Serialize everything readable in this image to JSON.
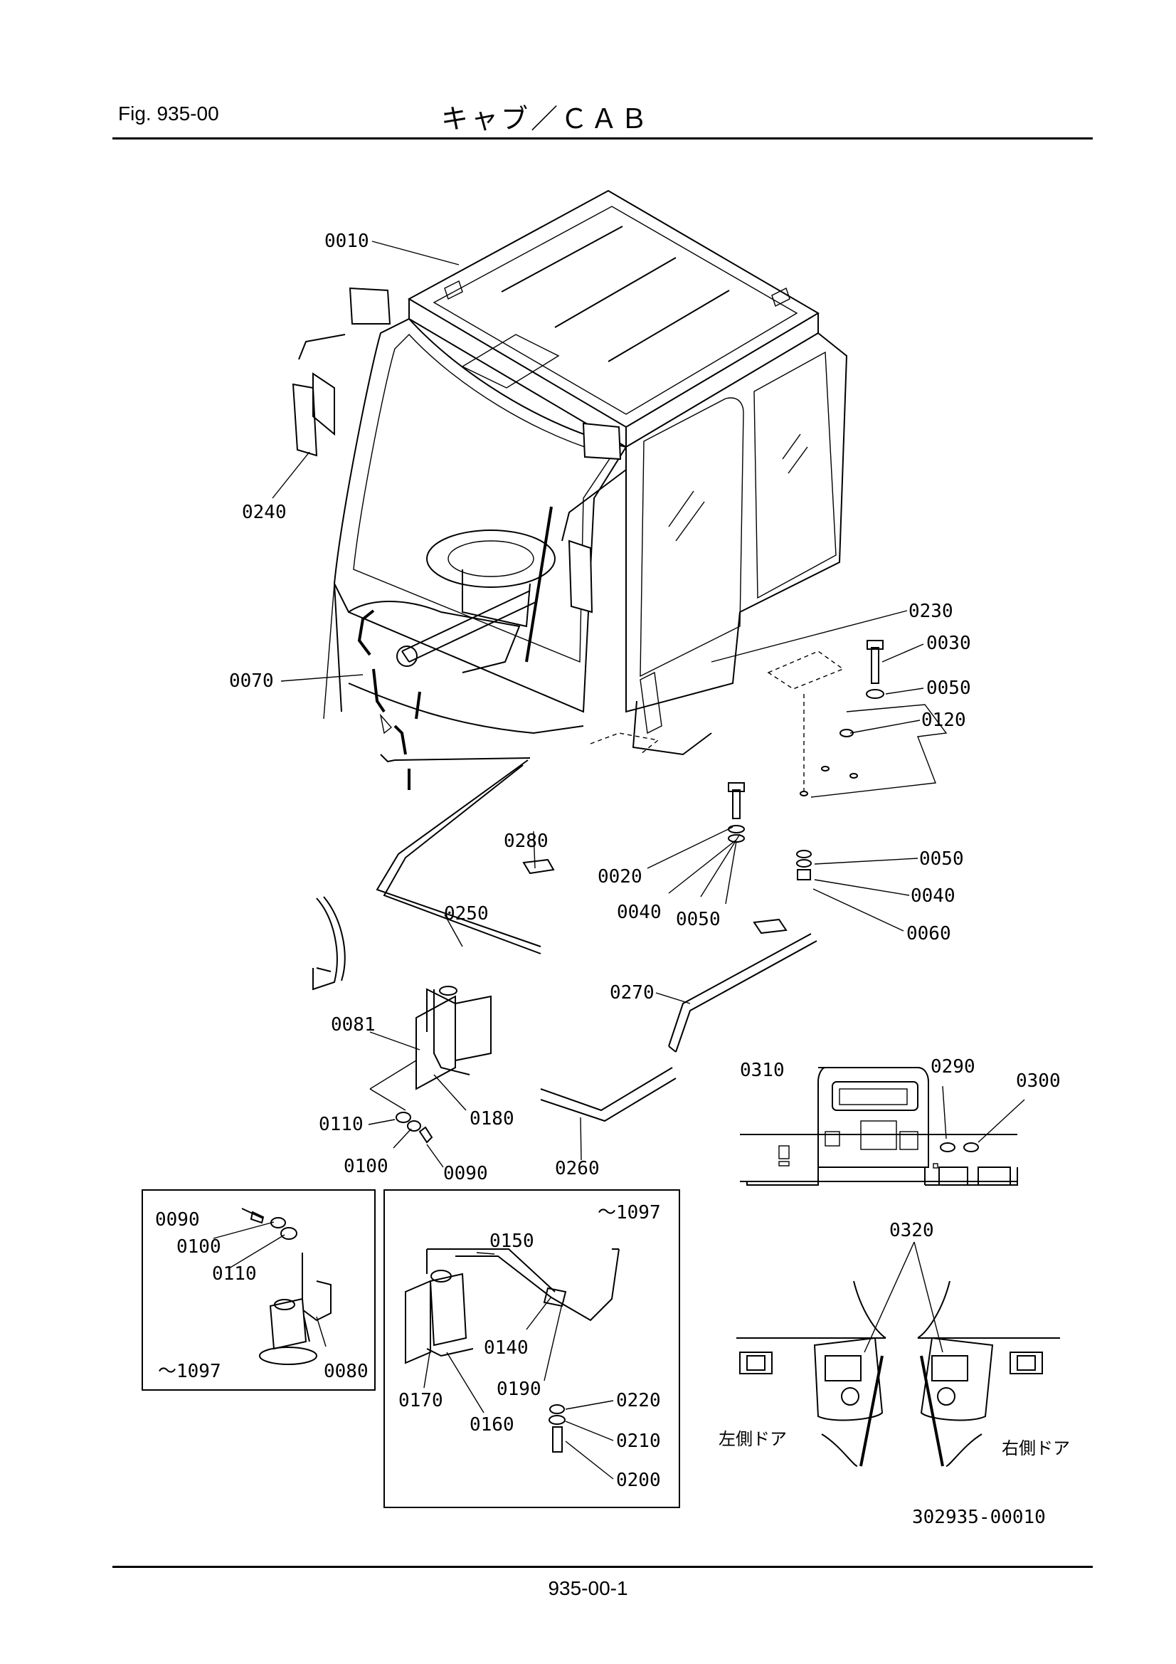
{
  "header": {
    "fig_label": "Fig.  935-00",
    "title": "キャブ／ＣＡＢ"
  },
  "callouts": {
    "c0010": "0010",
    "c0240": "0240",
    "c0070": "0070",
    "c0230": "0230",
    "c0030": "0030",
    "c0050a": "0050",
    "c0120": "0120",
    "c0280": "0280",
    "c0020": "0020",
    "c0040a": "0040",
    "c0050b": "0050",
    "c0050c": "0050",
    "c0040b": "0040",
    "c0060": "0060",
    "c0250": "0250",
    "c0270": "0270",
    "c0081": "0081",
    "c0180": "0180",
    "c0110": "0110",
    "c0100": "0100",
    "c0090": "0090",
    "c0260": "0260",
    "c0310": "0310",
    "c0290": "0290",
    "c0300": "0300",
    "c0320": "0320",
    "inset1_0090": "0090",
    "inset1_0100": "0100",
    "inset1_0110": "0110",
    "inset1_0080": "0080",
    "inset1_range": "～1097",
    "inset2_range": "～1097",
    "inset2_0150": "0150",
    "inset2_0140": "0140",
    "inset2_0190": "0190",
    "inset2_0170": "0170",
    "inset2_0160": "0160",
    "inset2_0220": "0220",
    "inset2_0210": "0210",
    "inset2_0200": "0200"
  },
  "door_labels": {
    "left": "左側ドア",
    "right": "右側ドア"
  },
  "drawing_number": "302935-00010",
  "page_number": "935-00-1"
}
